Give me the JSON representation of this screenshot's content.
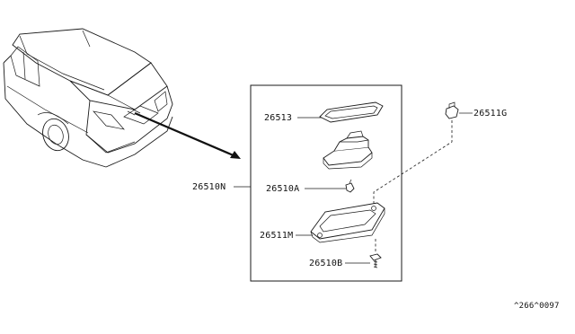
{
  "diagram": {
    "callouts": {
      "lamp_lens": "26513",
      "lamp_socket": "26510A",
      "assembly": "26510N",
      "lamp_housing": "26511M",
      "screw": "26510B",
      "clip_nut": "26511G"
    },
    "catalog_code": "^266^0097"
  }
}
